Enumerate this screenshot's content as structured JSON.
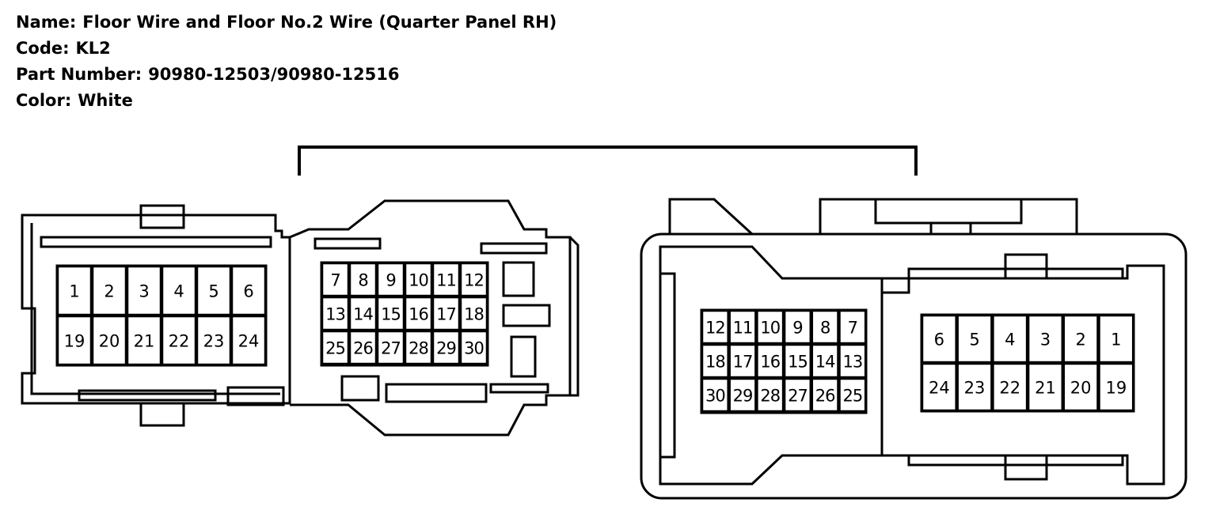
{
  "info": {
    "name_label": "Name:",
    "name_value": "Floor Wire and Floor No.2 Wire (Quarter Panel RH)",
    "code_label": "Code:",
    "code_value": "KL2",
    "part_label": "Part Number:",
    "part_value": "90980-12503/90980-12516",
    "color_label": "Color:",
    "color_value": "White"
  },
  "left_connector": {
    "block_a_rows": [
      [
        "1",
        "2",
        "3",
        "4",
        "5",
        "6"
      ],
      [
        "19",
        "20",
        "21",
        "22",
        "23",
        "24"
      ]
    ],
    "block_b_rows": [
      [
        "7",
        "8",
        "9",
        "10",
        "11",
        "12"
      ],
      [
        "13",
        "14",
        "15",
        "16",
        "17",
        "18"
      ],
      [
        "25",
        "26",
        "27",
        "28",
        "29",
        "30"
      ]
    ]
  },
  "right_connector": {
    "block_a_rows": [
      [
        "12",
        "11",
        "10",
        "9",
        "8",
        "7"
      ],
      [
        "18",
        "17",
        "16",
        "15",
        "14",
        "13"
      ],
      [
        "30",
        "29",
        "28",
        "27",
        "26",
        "25"
      ]
    ],
    "block_b_rows": [
      [
        "6",
        "5",
        "4",
        "3",
        "2",
        "1"
      ],
      [
        "24",
        "23",
        "22",
        "21",
        "20",
        "19"
      ]
    ]
  }
}
